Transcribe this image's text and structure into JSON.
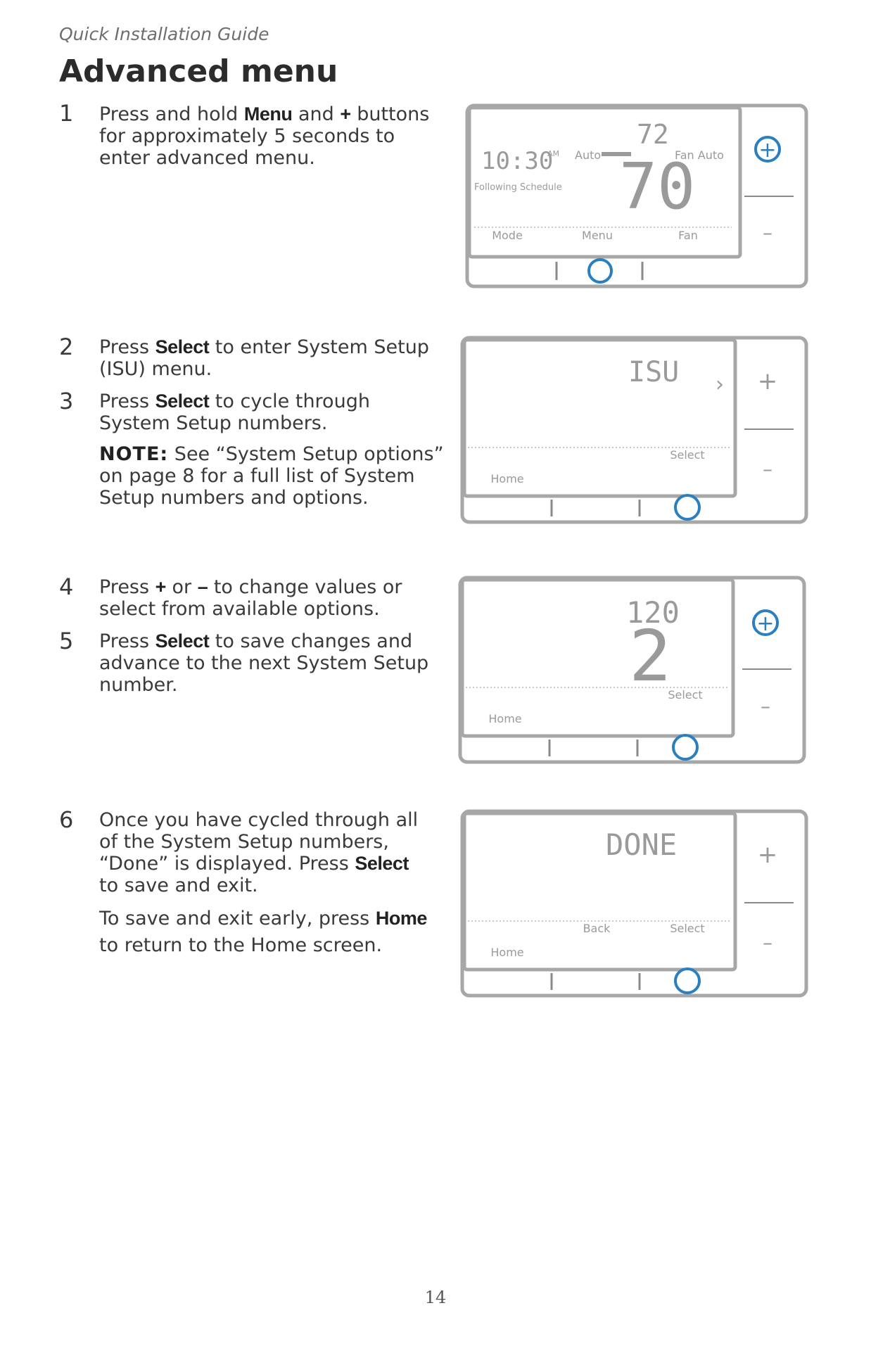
{
  "header": {
    "guide_title": "Quick Installation Guide",
    "page_title": "Advanced menu"
  },
  "steps": [
    {
      "num": "1",
      "parts": [
        "Press and hold ",
        "Menu",
        " and ",
        "+",
        " buttons for approximately 5 seconds to enter advanced menu."
      ]
    },
    {
      "num": "2",
      "parts": [
        "Press ",
        "Select",
        " to enter System Setup (ISU) menu."
      ]
    },
    {
      "num": "3",
      "parts": [
        "Press ",
        "Select",
        " to cycle through System Setup numbers."
      ]
    },
    {
      "note_label": "NOTE:",
      "note_text": " See “System Setup options” on page 8 for a full list of System Setup numbers and options."
    },
    {
      "num": "4",
      "parts": [
        "Press ",
        "+",
        " or ",
        "–",
        " to change values or select from available options."
      ]
    },
    {
      "num": "5",
      "parts": [
        "Press ",
        "Select",
        " to save changes and advance to the next System Setup number."
      ]
    },
    {
      "num": "6",
      "parts": [
        "Once you have cycled through all of the System Setup numbers, “Done” is displayed. Press ",
        "Select",
        " to save and exit."
      ]
    },
    {
      "parts": [
        "To save and exit early, press ",
        "Home",
        " to return to the Home screen."
      ]
    }
  ],
  "panels": [
    {
      "time": "10:30",
      "ampm": "AM",
      "schedule": "Following Schedule",
      "mode_auto": "Auto",
      "setpoint": "72",
      "current_temp": "70",
      "fan_auto": "Fan Auto",
      "soft_left": "Mode",
      "soft_mid": "Menu",
      "soft_right": "Fan",
      "plus": "+",
      "minus": "–"
    },
    {
      "code": "ISU",
      "arrow": "›",
      "soft_right": "Select",
      "home": "Home",
      "plus": "+",
      "minus": "–"
    },
    {
      "code": "120",
      "value": "2",
      "soft_right": "Select",
      "home": "Home",
      "plus": "+",
      "minus": "–"
    },
    {
      "code": "DONE",
      "soft_mid": "Back",
      "soft_right": "Select",
      "home": "Home",
      "plus": "+",
      "minus": "–"
    }
  ],
  "footer": {
    "page_number": "14"
  },
  "colors": {
    "highlight": "#2a7fc0",
    "frame": "#a7a7a7",
    "lcd": "#9a9a9a"
  }
}
